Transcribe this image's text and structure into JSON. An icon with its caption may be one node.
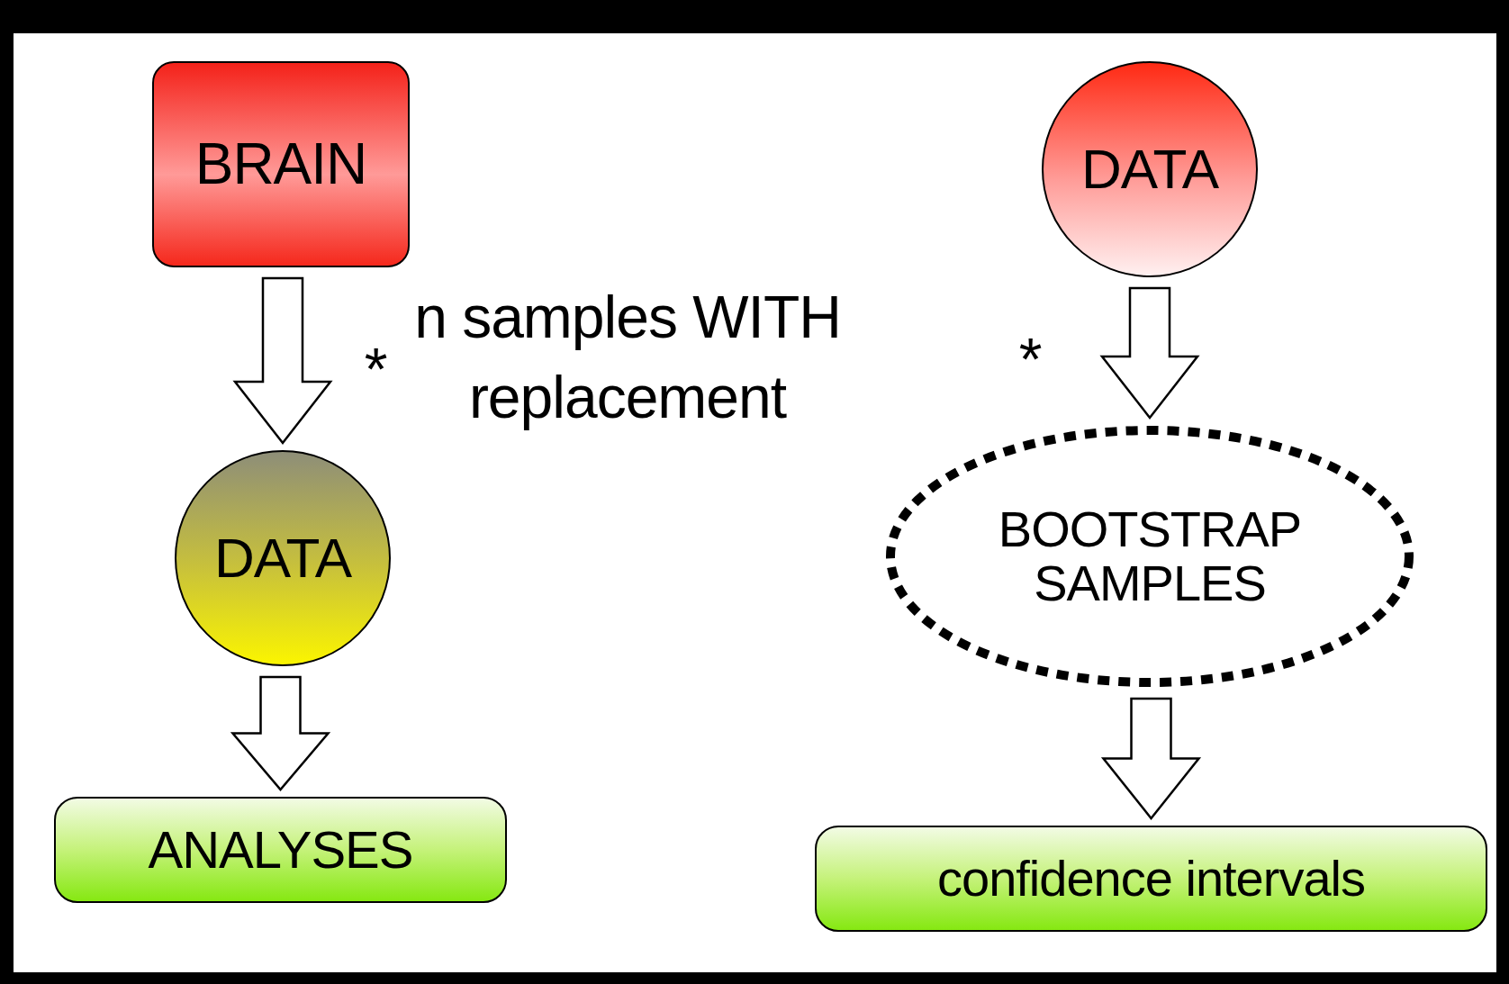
{
  "diagram": {
    "nodes": [
      {
        "text": [
          "BRAIN"
        ]
      },
      {
        "text": [
          "DATA"
        ]
      },
      {
        "text": [
          "ANALYSES"
        ]
      },
      {
        "text": [
          "DATA"
        ]
      },
      {
        "text": [
          "BOOTSTRAP SAMPLES"
        ]
      },
      {
        "text": [
          "confidence intervals"
        ]
      }
    ],
    "edges": [
      {
        "from": 0,
        "to": 1,
        "arrow": "to"
      },
      {
        "from": 1,
        "to": 2,
        "arrow": "to"
      },
      {
        "from": 3,
        "to": 4,
        "arrow": "to"
      },
      {
        "from": 4,
        "to": 5,
        "arrow": "to"
      }
    ],
    "labels": [
      "*",
      "n samples WITH replacement",
      "*"
    ]
  }
}
